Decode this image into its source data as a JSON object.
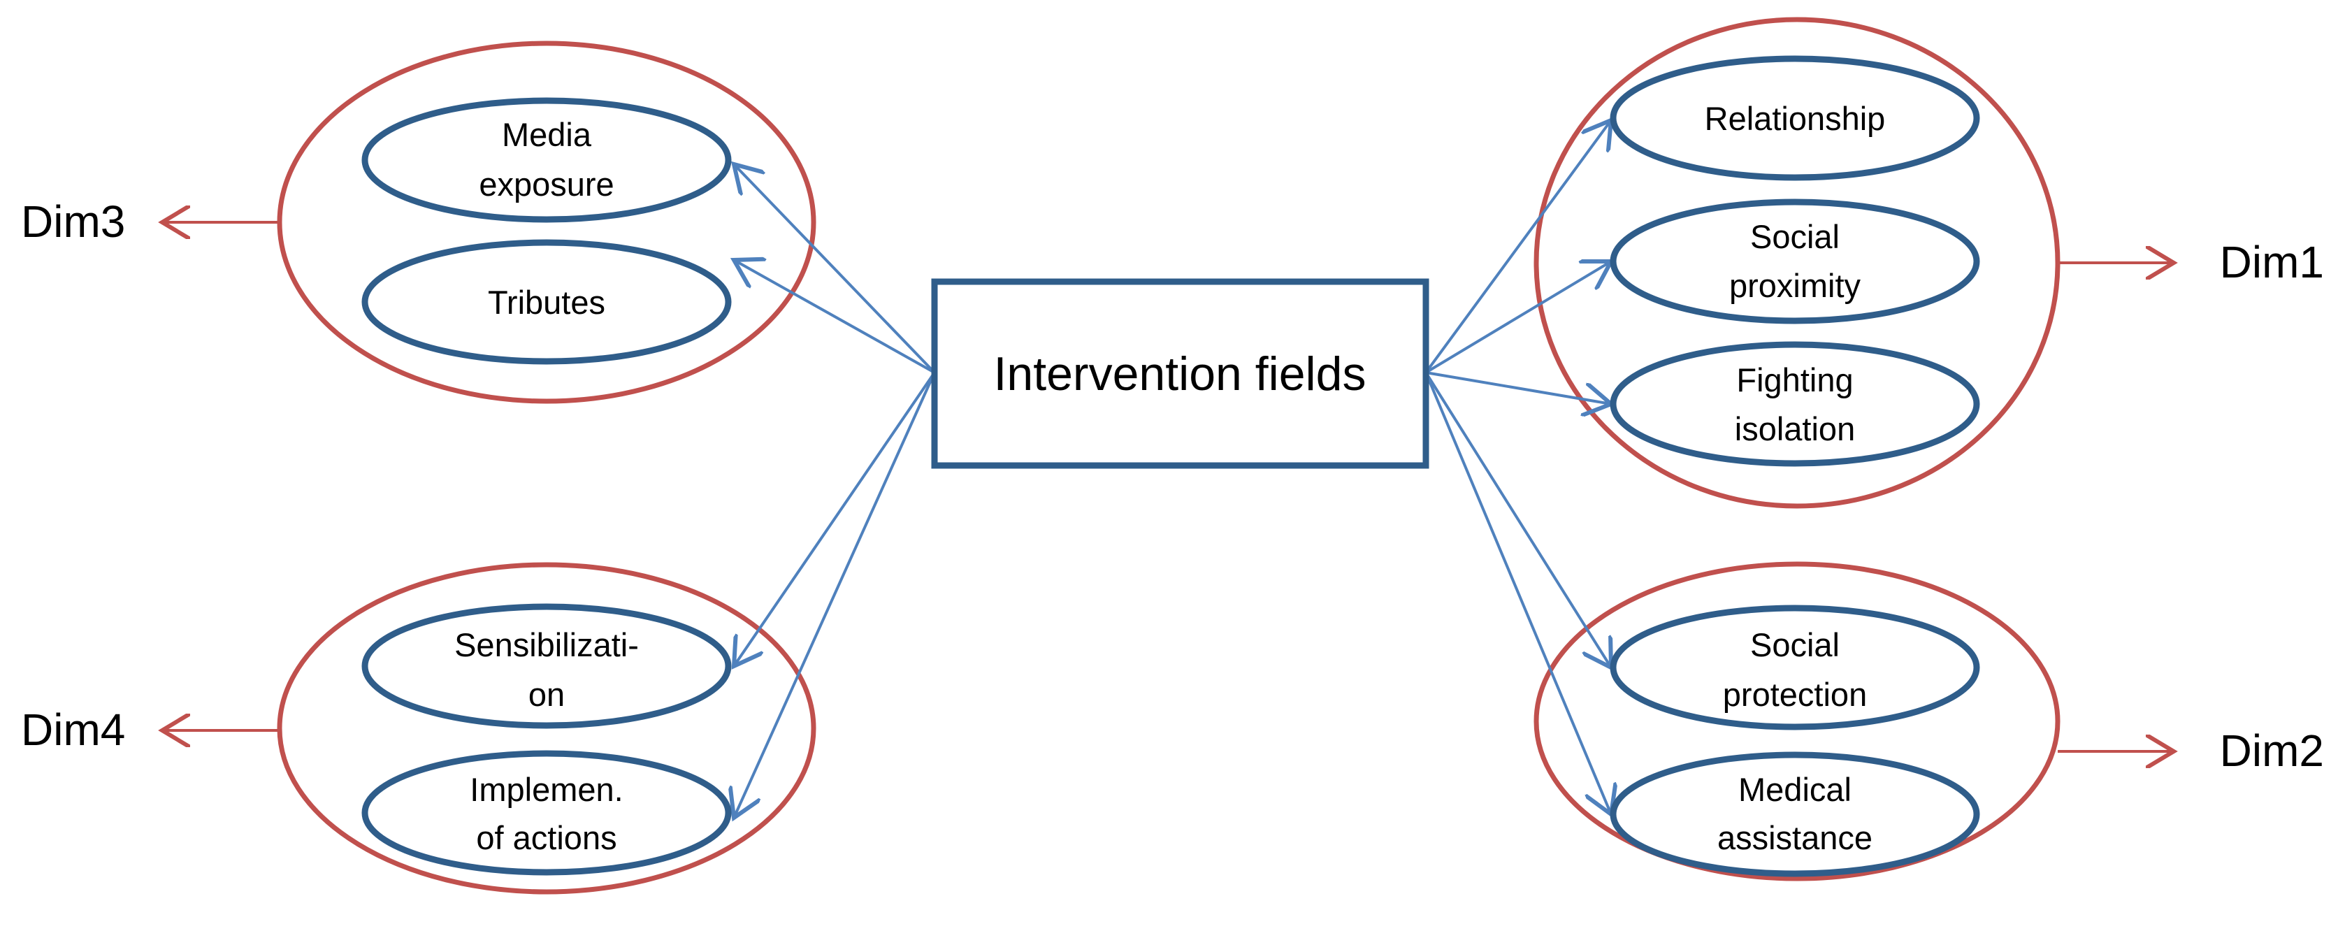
{
  "center": {
    "label": "Intervention fields"
  },
  "groups": {
    "dim3": {
      "label": "Dim3",
      "nodes": [
        {
          "lines": [
            "Media",
            "exposure"
          ]
        },
        {
          "lines": [
            "Tributes"
          ]
        }
      ]
    },
    "dim4": {
      "label": "Dim4",
      "nodes": [
        {
          "lines": [
            "Sensibilizati-",
            "on"
          ]
        },
        {
          "lines": [
            "Implemen.",
            "of actions"
          ]
        }
      ]
    },
    "dim1": {
      "label": "Dim1",
      "nodes": [
        {
          "lines": [
            "Relationship"
          ]
        },
        {
          "lines": [
            "Social",
            "proximity"
          ]
        },
        {
          "lines": [
            "Fighting",
            "isolation"
          ]
        }
      ]
    },
    "dim2": {
      "label": "Dim2",
      "nodes": [
        {
          "lines": [
            "Social",
            "protection"
          ]
        },
        {
          "lines": [
            "Medical",
            "assistance"
          ]
        }
      ]
    }
  },
  "colors": {
    "node_border": "#2f5d8a",
    "connector": "#4f81bd",
    "group_border": "#c0504d"
  }
}
